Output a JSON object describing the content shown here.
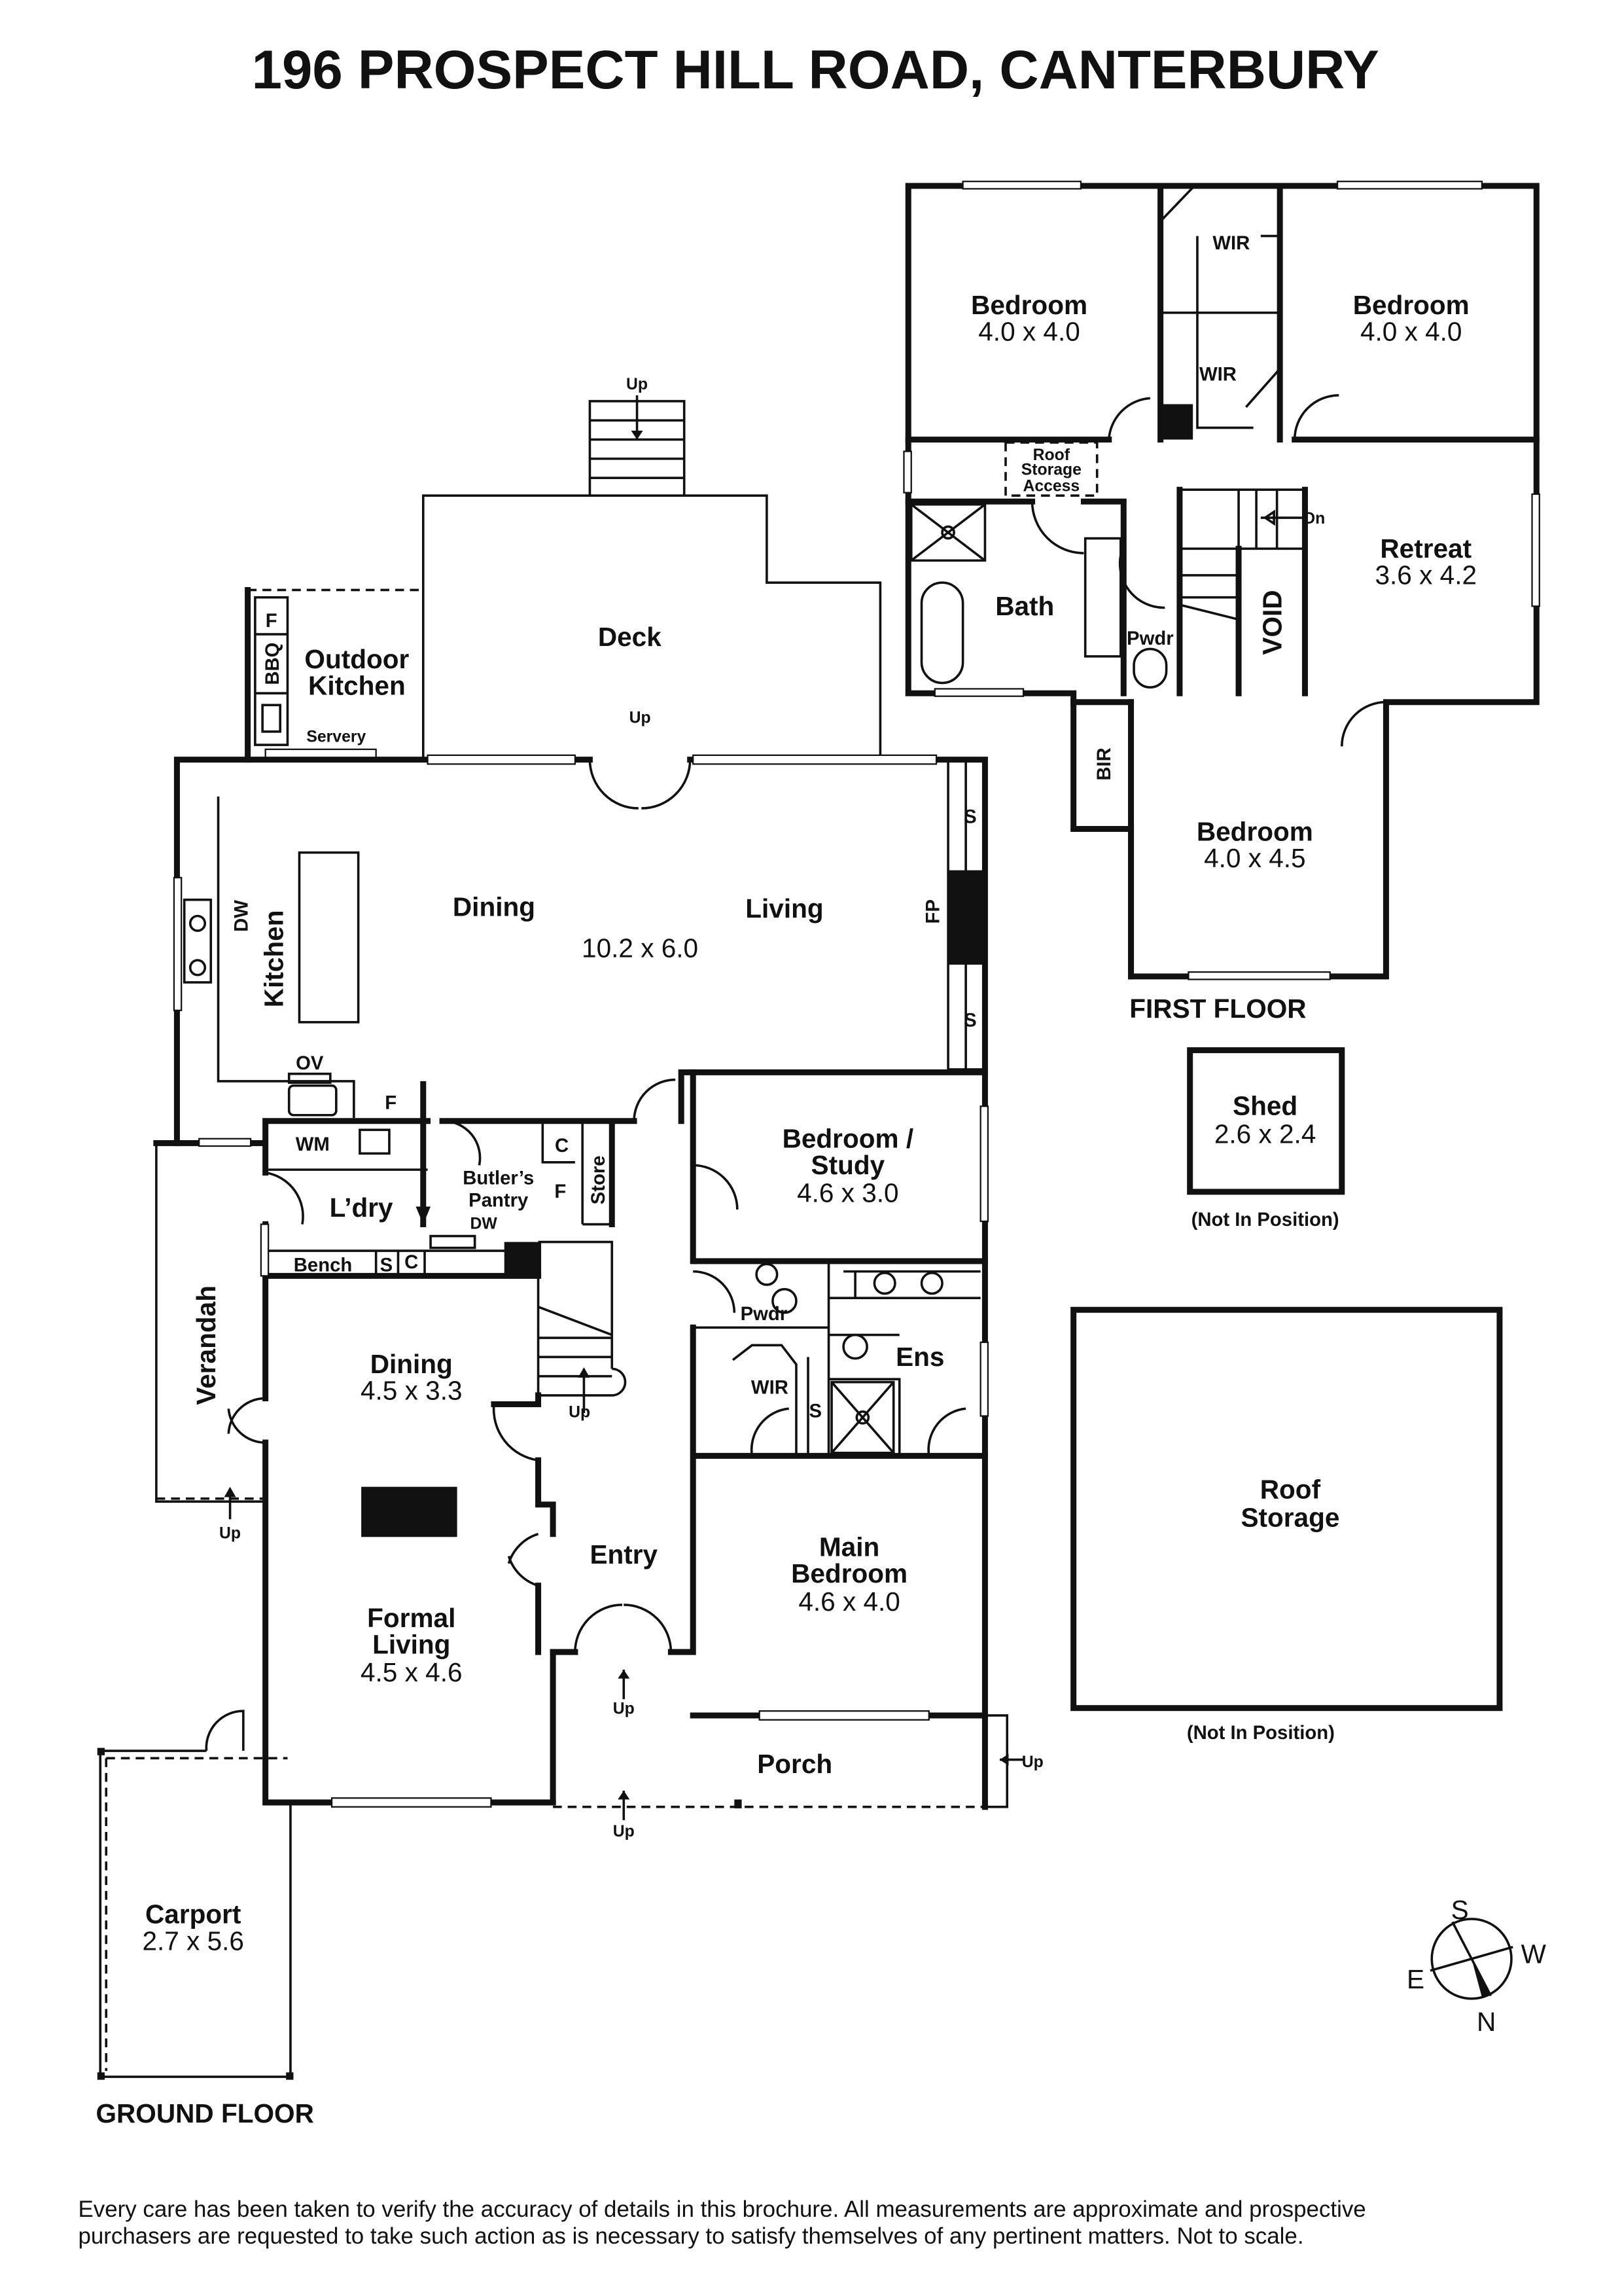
{
  "title": "196 PROSPECT HILL ROAD, CANTERBURY",
  "first_floor": {
    "label": "FIRST FLOOR",
    "bedroom_1": {
      "name": "Bedroom",
      "size": "4.0 x 4.0"
    },
    "bedroom_2": {
      "name": "Bedroom",
      "size": "4.0 x 4.0"
    },
    "wir_1": "WIR",
    "wir_2": "WIR",
    "roof_access": [
      "Roof",
      "Storage",
      "Access"
    ],
    "bath": "Bath",
    "pwdr": "Pwdr",
    "void": "VOID",
    "dn": "Dn",
    "retreat": {
      "name": "Retreat",
      "size": "3.6 x 4.2"
    },
    "bir": "BIR",
    "bedroom_3": {
      "name": "Bedroom",
      "size": "4.0 x 4.5"
    }
  },
  "ground_floor": {
    "label": "GROUND FLOOR",
    "up": "Up",
    "deck": "Deck",
    "outdoor_kitchen": [
      "Outdoor",
      "Kitchen"
    ],
    "f": "F",
    "bbq": "BBQ",
    "servery": "Servery",
    "dining_living": {
      "dining": "Dining",
      "living": "Living",
      "size": "10.2 x 6.0"
    },
    "kitchen": "Kitchen",
    "dw": "DW",
    "ov": "OV",
    "fp": "FP",
    "s": "S",
    "wm": "WM",
    "ldry": "L’dry",
    "butlers_pantry": [
      "Butler’s",
      "Pantry"
    ],
    "c": "C",
    "store": "Store",
    "bench": "Bench",
    "verandah": "Verandah",
    "dining": {
      "name": "Dining",
      "size": "4.5 x 3.3"
    },
    "formal_living": {
      "name": [
        "Formal",
        "Living"
      ],
      "size": "4.5 x 4.6"
    },
    "entry": "Entry",
    "bedroom_study": {
      "name": [
        "Bedroom /",
        "Study"
      ],
      "size": "4.6 x 3.0"
    },
    "pwdr": "Pwdr",
    "ens": "Ens",
    "wir": "WIR",
    "main_bedroom": {
      "name": [
        "Main",
        "Bedroom"
      ],
      "size": "4.6 x 4.0"
    },
    "porch": "Porch",
    "carport": {
      "name": "Carport",
      "size": "2.7 x 5.6"
    }
  },
  "shed": {
    "name": "Shed",
    "size": "2.6 x 2.4",
    "note": "(Not In Position)"
  },
  "roof_storage": {
    "name": [
      "Roof",
      "Storage"
    ],
    "note": "(Not In Position)"
  },
  "compass": {
    "n": "N",
    "s": "S",
    "e": "E",
    "w": "W"
  },
  "footer": [
    "Every care has been taken to verify the accuracy of details in this brochure. All measurements are approximate and prospective",
    "purchasers are requested to take such action as is necessary to satisfy themselves of any pertinent matters. Not to scale."
  ]
}
